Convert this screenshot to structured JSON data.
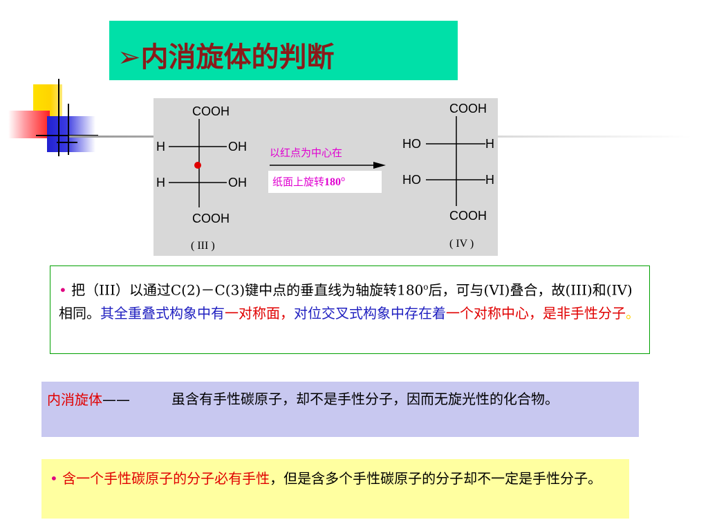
{
  "title": {
    "arrow": "➢",
    "text": "内消旋体的判断"
  },
  "diagram": {
    "left": {
      "top": "COOH",
      "r1_left": "H",
      "r1_right": "OH",
      "r2_left": "H",
      "r2_right": "OH",
      "bottom": "COOH",
      "label": "( III )"
    },
    "arrow_label": {
      "line1": "以红点为中心在",
      "line2_prefix": "纸面上旋转",
      "line2_num": "180",
      "line2_deg": "o"
    },
    "right": {
      "top": "COOH",
      "r1_left": "HO",
      "r1_right": "H",
      "r2_left": "HO",
      "r2_right": "H",
      "bottom": "COOH",
      "label": "( IV )"
    },
    "center_dot_color": "#e00000"
  },
  "box1": {
    "bullet": "•",
    "seg1": "把（III）以通过C(2)－C(3)键中点的垂直线为轴旋转180",
    "deg": "o",
    "seg2": "后，可与(VI)叠合，故(III)和(IV)相同。",
    "seg3": "其全重叠式构象中有",
    "seg4": "一对称面，",
    "seg5": "对位交叉式构象中存在着",
    "seg6": "一个对称中心，是非手性分子",
    "seg7": "。"
  },
  "box2": {
    "term": "内消旋体",
    "dash": "——",
    "definition": "虽含有手性碳原子，却不是手性分子，因而无旋光性的化合物。"
  },
  "box3": {
    "bullet": "•",
    "red_part": "含一个手性碳原子的分子必有手性",
    "rest": "，但是含多个手性碳原子的分子却不一定是手性分子。"
  }
}
